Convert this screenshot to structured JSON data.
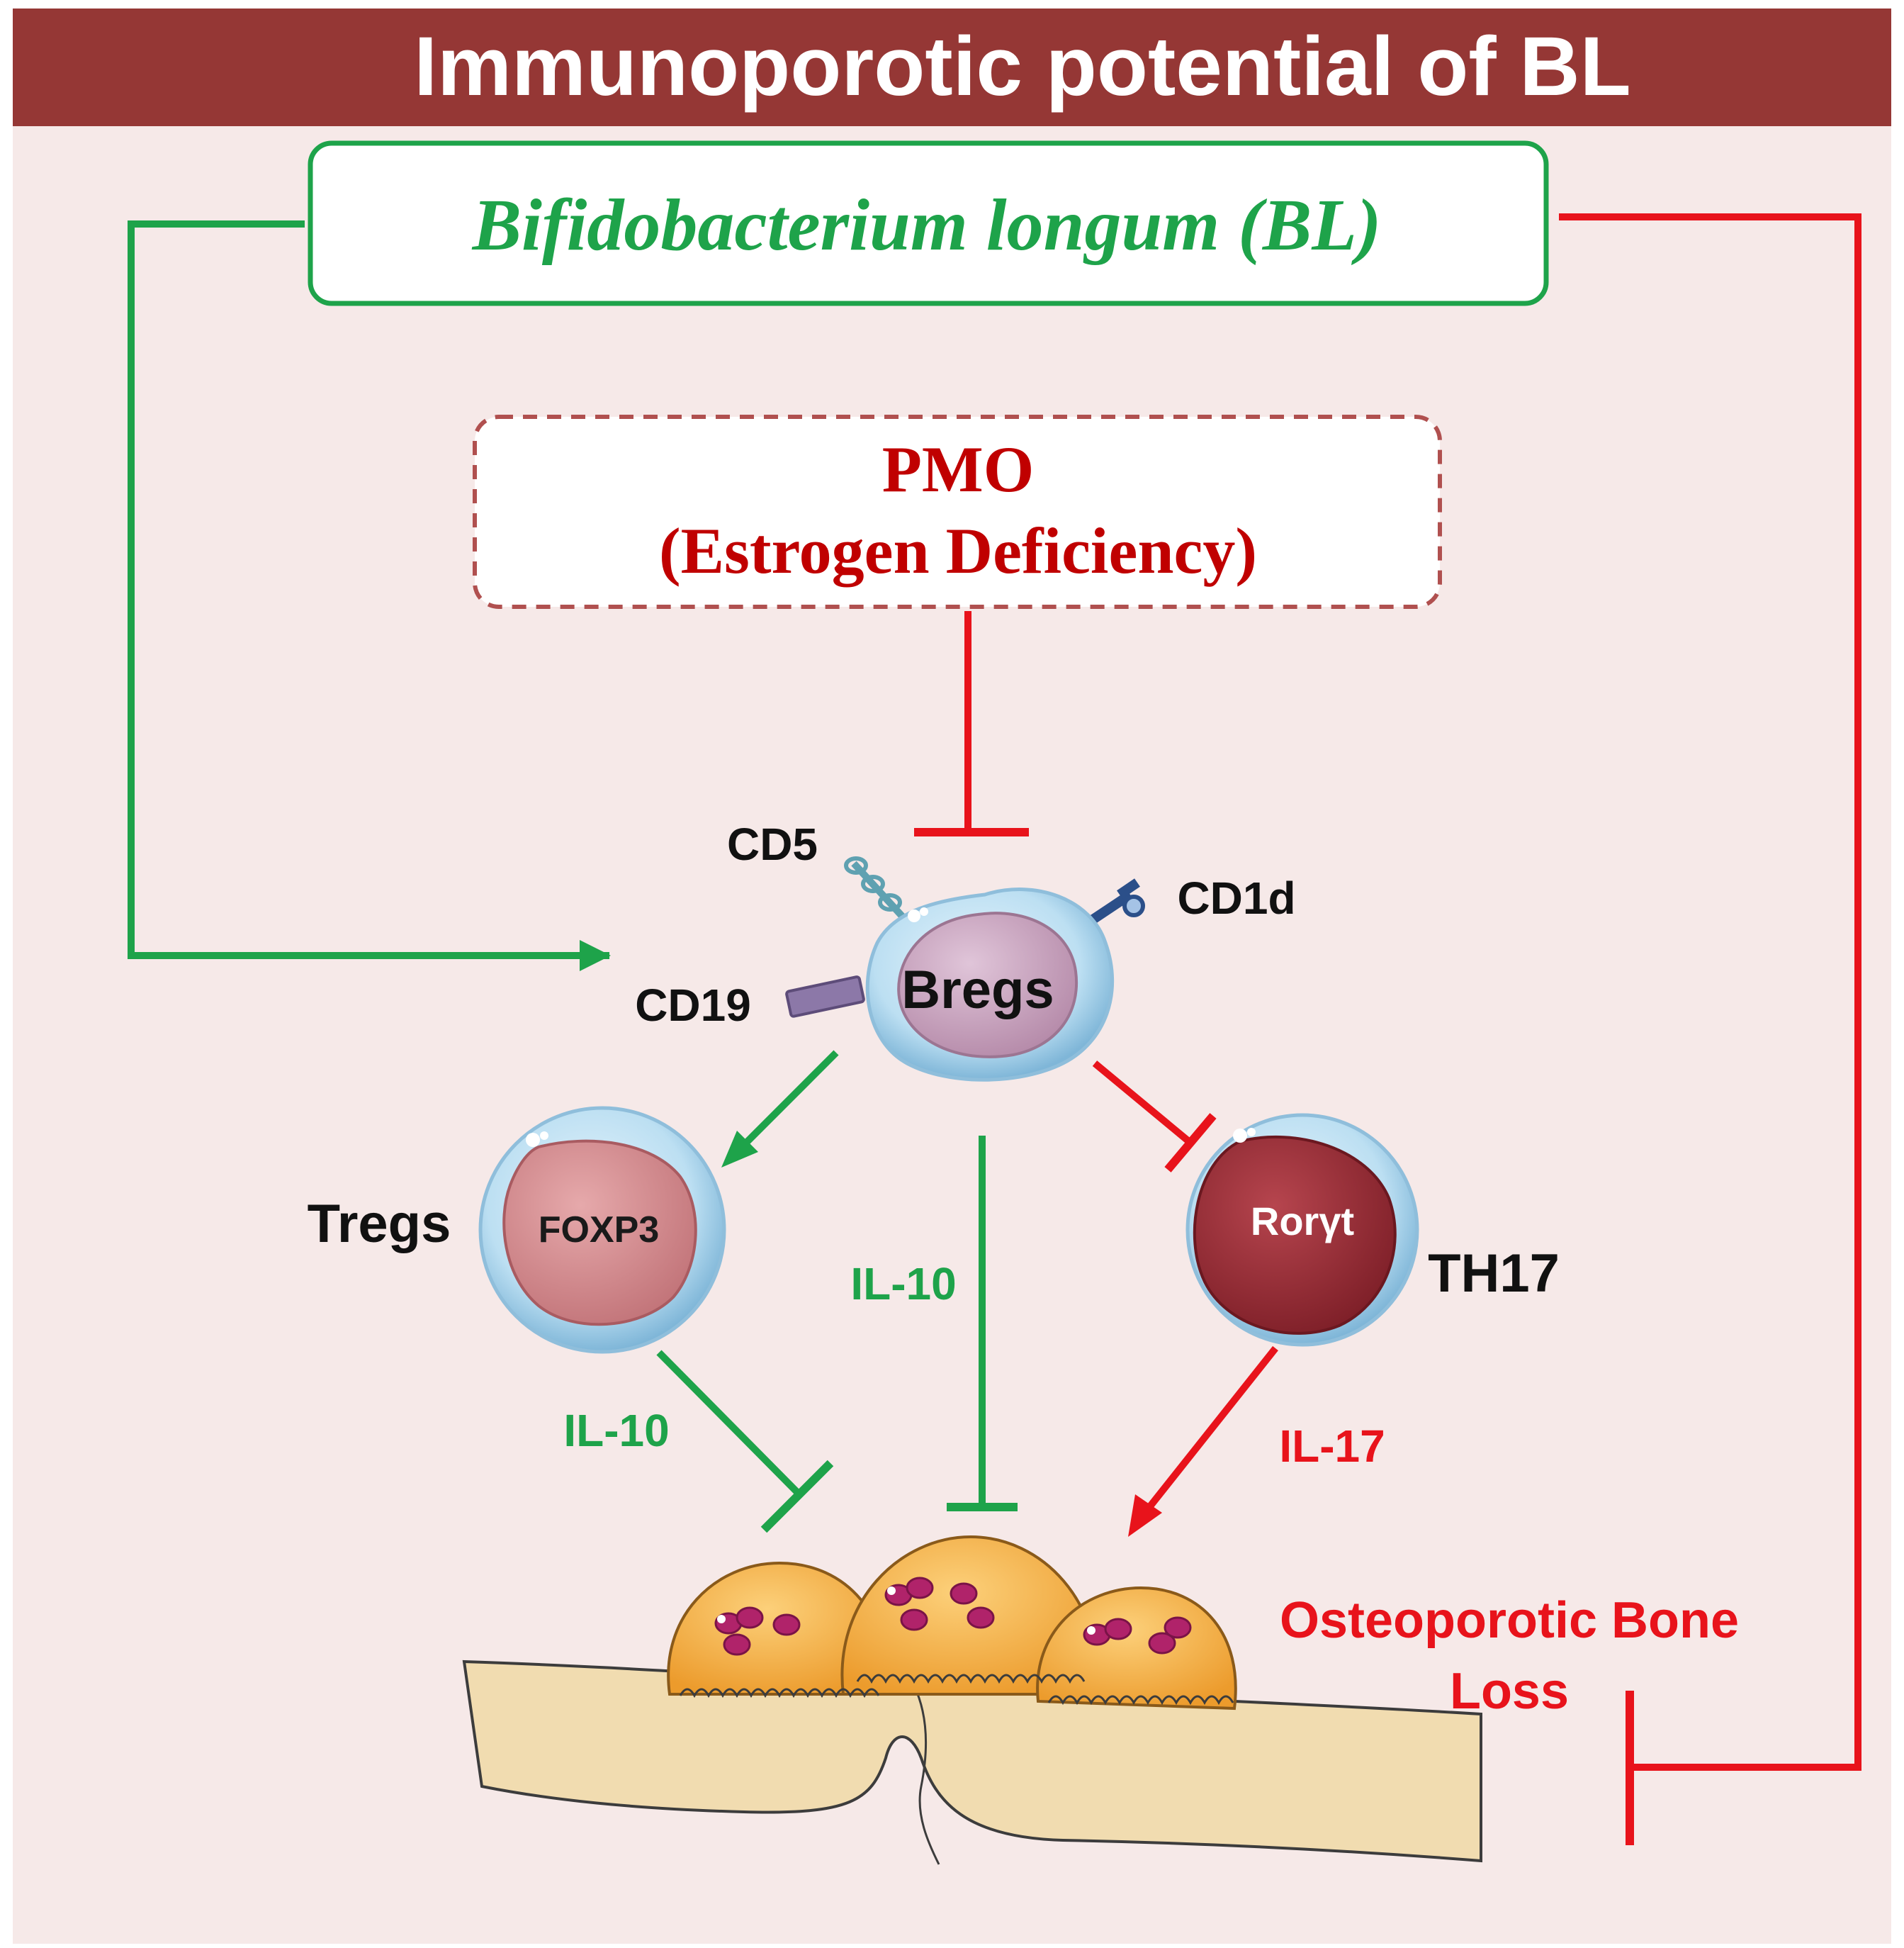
{
  "header": {
    "title": "Immunoporotic potential of BL"
  },
  "top_box": {
    "label": "Bifidobacterium longum (BL)"
  },
  "pmo_box": {
    "line1": "PMO",
    "line2": "(Estrogen Deficiency)"
  },
  "bregs": {
    "label": "Bregs",
    "markers": [
      "CD5",
      "CD1d",
      "CD19"
    ]
  },
  "tregs": {
    "label": "Tregs",
    "inner": "FOXP3"
  },
  "th17": {
    "label": "TH17",
    "inner": "Rorγt"
  },
  "cytokines": {
    "tregs_il10": "IL-10",
    "bregs_il10": "IL-10",
    "th17_il17": "IL-17"
  },
  "outcome": {
    "line1": "Osteoporotic Bone",
    "line2": "Loss"
  },
  "colors": {
    "header_bg": "#953735",
    "page_bg": "#f6e9e8",
    "green": "#1ea34a",
    "red": "#e8131b",
    "dark_red": "#c00000",
    "dashed_border": "#b0504f",
    "breg_cell": "#c9a3bf",
    "treg_cell": "#d28b8e",
    "th17_cell": "#982a33",
    "cell_membrane": "#bfe0f3",
    "osteoclast": "#f7b04a",
    "bone": "#f1dcb0"
  }
}
